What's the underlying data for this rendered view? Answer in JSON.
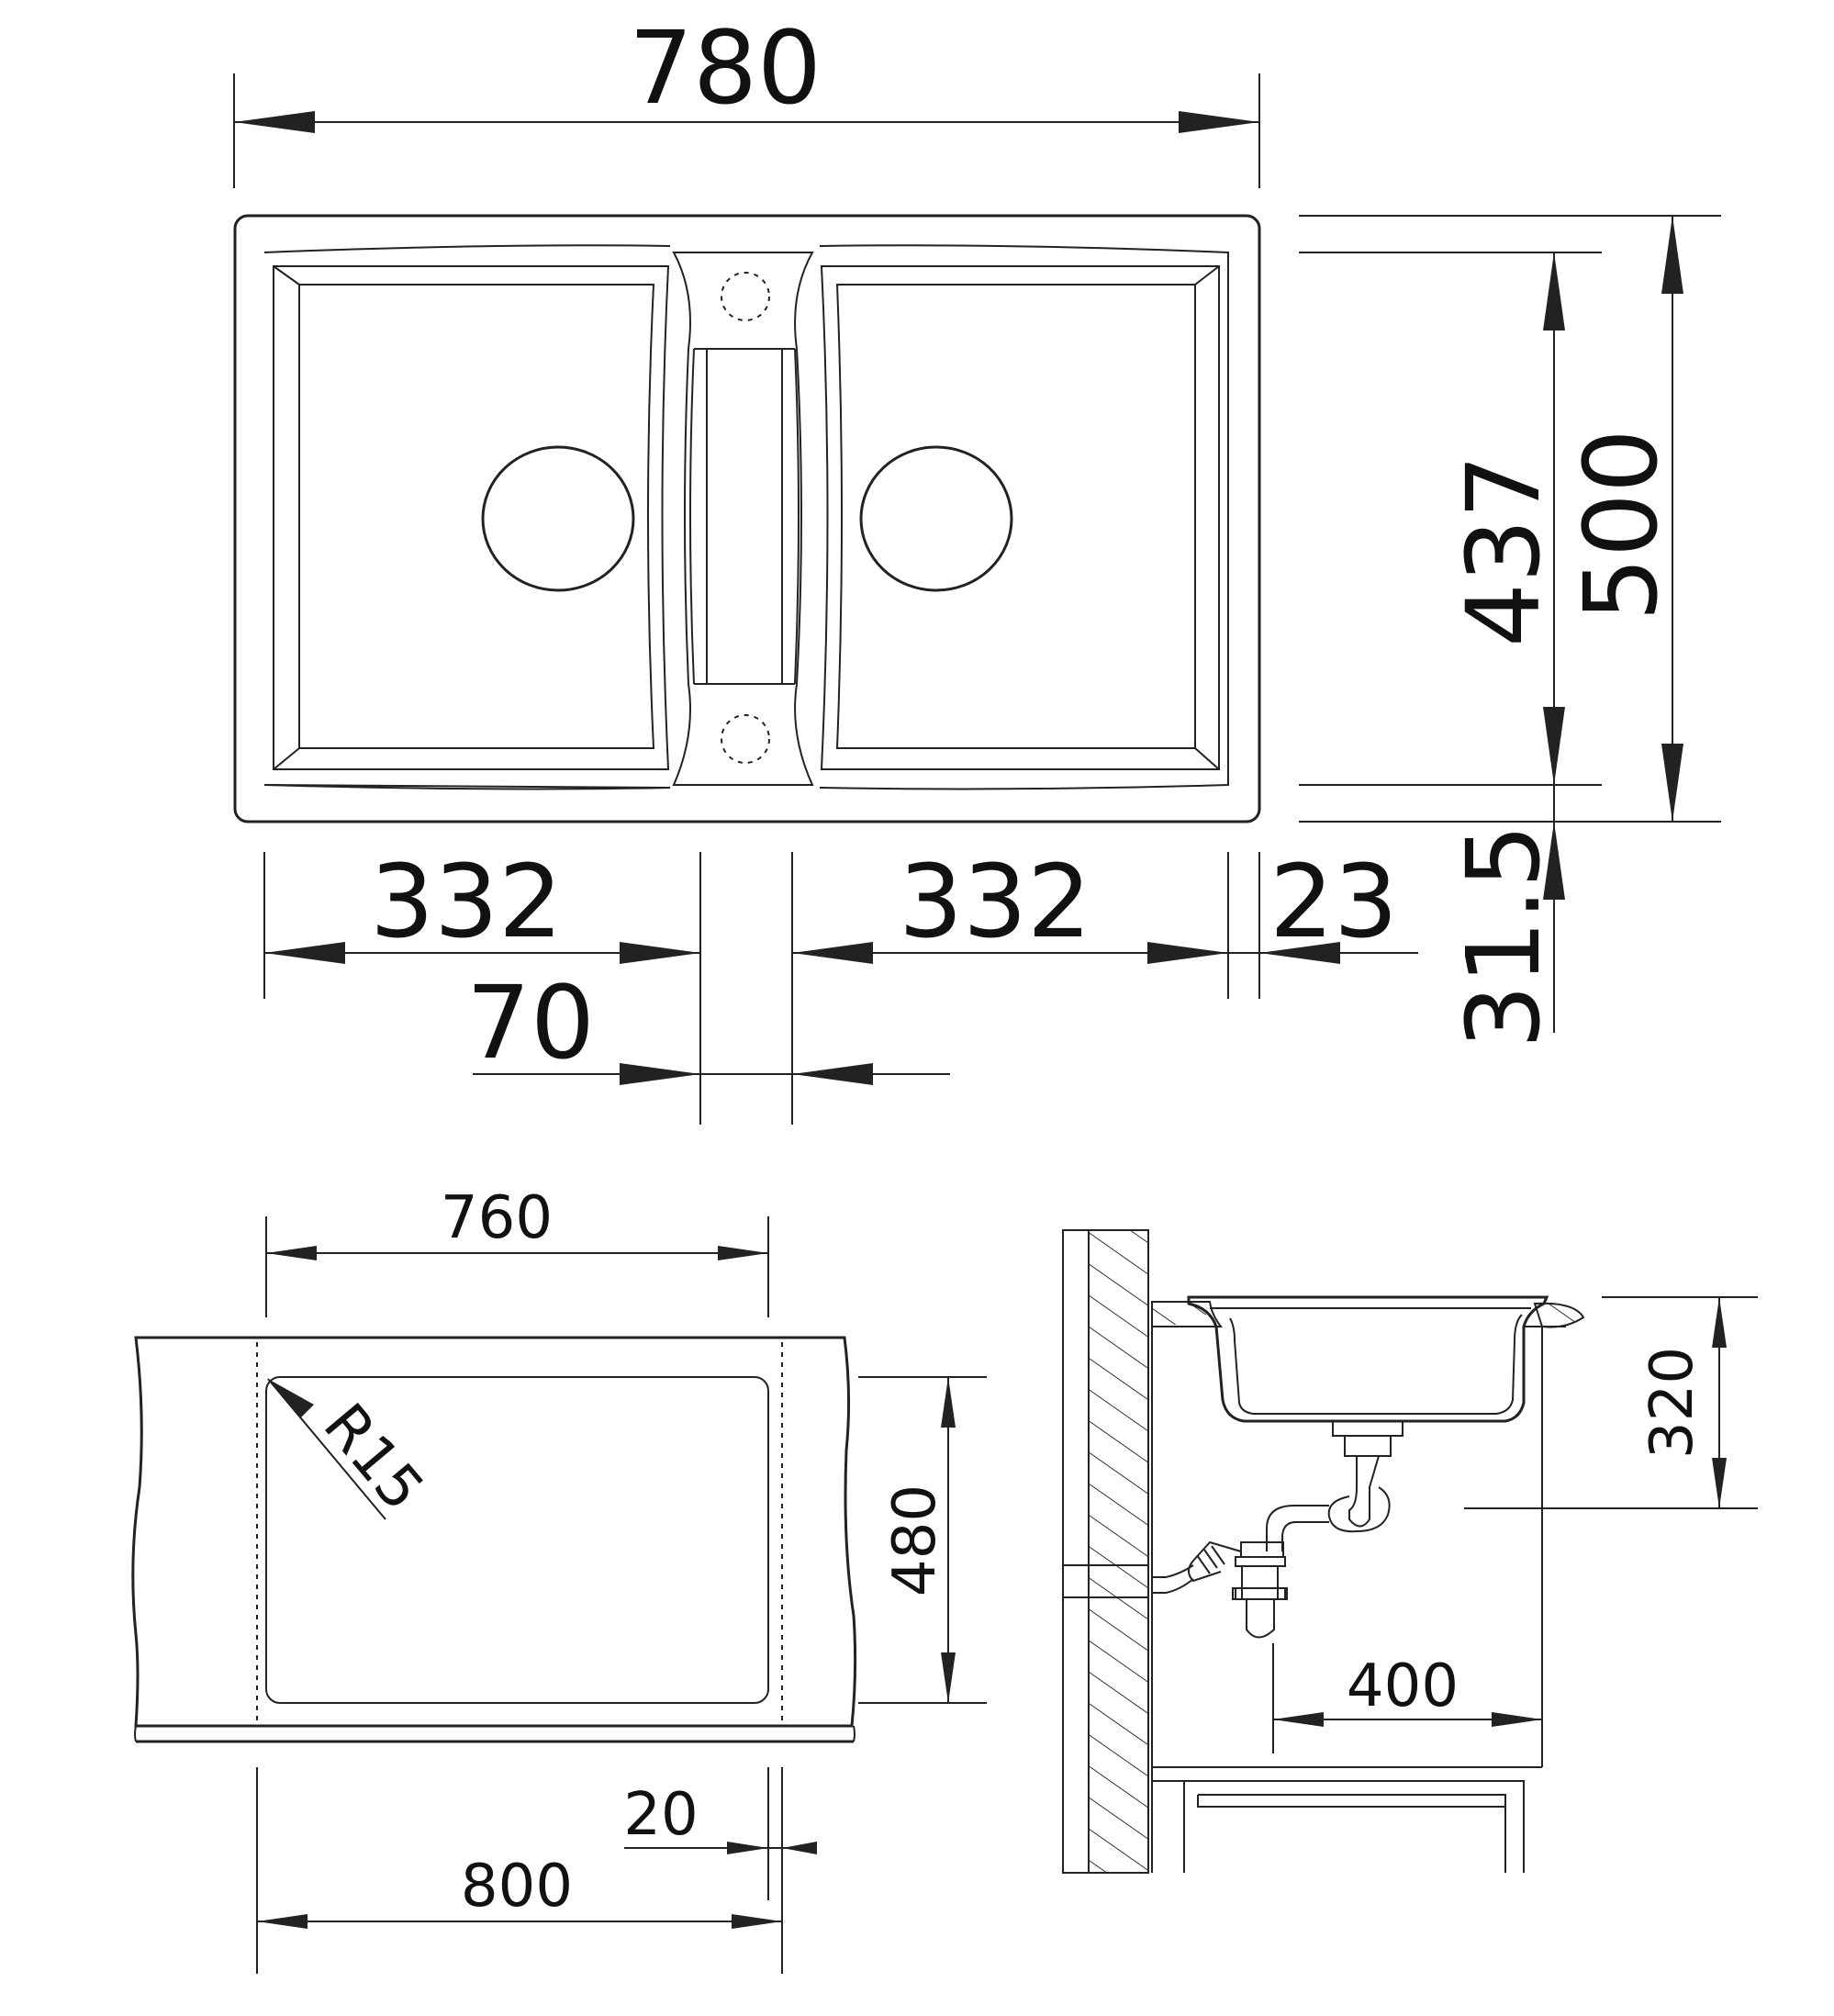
{
  "top_view": {
    "overall_width": "780",
    "overall_depth": "500",
    "inner_depth": "437",
    "bowl_left_width": "332",
    "bowl_right_width": "332",
    "divider_width": "70",
    "side_rim": "23",
    "front_rim": "31.5"
  },
  "cutout_view": {
    "cutout_width": "760",
    "cutout_depth": "480",
    "corner_radius": "R15",
    "cabinet_width": "800",
    "overlap": "20"
  },
  "side_view": {
    "sink_height": "320",
    "drain_offset": "400"
  }
}
